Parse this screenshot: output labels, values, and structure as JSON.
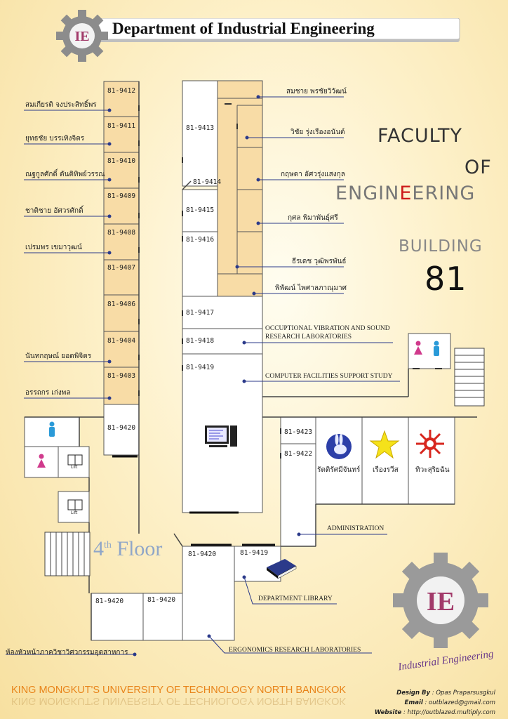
{
  "header": {
    "title": "Department of Industrial Engineering",
    "logo_text": "IE",
    "logo_caption": "Industrial Engineering"
  },
  "faculty": {
    "line1": "FACULTY",
    "line2": "OF",
    "line3a": "ENGIN",
    "line3b": "EERING",
    "line4": "BUILDING",
    "line5": "81"
  },
  "floor": {
    "number": "4",
    "suffix": "th",
    "word": "Floor"
  },
  "rooms": {
    "r9412": "81-9412",
    "r9411": "81-9411",
    "r9410": "81-9410",
    "r9409": "81-9409",
    "r9408": "81-9408",
    "r9407": "81-9407",
    "r9406": "81-9406",
    "r9404": "81-9404",
    "r9403": "81-9403",
    "r9420a": "81-9420",
    "r9413": "81-9413",
    "r9414": "81-9414",
    "r9415": "81-9415",
    "r9416": "81-9416",
    "r9417": "81-9417",
    "r9418": "81-9418",
    "r9419": "81-9419",
    "r9423": "81-9423",
    "r9422": "81-9422",
    "r9420b": "81-9420",
    "r9419b": "81-9419",
    "r9420c": "81-9420",
    "r9420d": "81-9420"
  },
  "people_left": [
    "สมเกียรติ จงประสิทธิ์พร",
    "ยุทธชัย บรรเทิงจิตร",
    "ณฐกูลศักดิ์ ตันติทิพย์วรรณ",
    "ชาติชาย อัศวรศักดิ์",
    "เปรมพร เขมาวุฒน์",
    "นันทกฤษณ์ ยอดพิจิตร",
    "อรรถกร เก่งพล"
  ],
  "people_right": [
    "สมชาย พรชัยวิวัฒน์",
    "วิชัย รุ่งเรืองอนันต์",
    "กฤษดา อัศวรุ่งแสงกุล",
    "กุศล พิมาพันธุ์ศรี",
    "ธีรเดช วุฒิพรพันธ์",
    "พิพัฒน์ ไพศาลภาณุมาศ"
  ],
  "labs": {
    "occ1": "OCCUPTIONAL VIBRATION AND SOUND",
    "occ2": "RESEARCH LABORATORIES",
    "computer": "COMPUTER FACILITIES SUPPORT STUDY",
    "admin": "ADMINISTRATION",
    "library": "DEPARTMENT LIBRARY",
    "ergo": "ERGONOMICS RESEARCH LABORATORIES",
    "head": "ห้องหัวหน้าภาควิชาวิศวกรรมอุตสาหการ"
  },
  "icons": {
    "rabbit": "รัตติรัศมีจันทร์",
    "star": "เรืองรวีส",
    "sun": "ทิวะสุริยฉัน",
    "lift": "Lift"
  },
  "footer": {
    "university": "KING MONGKUT'S UNIVERSITY OF TECHNOLOGY NORTH BANGKOK",
    "design_label": "Design By",
    "design_value": ": Opas Praparsusgkul",
    "email_label": "Email",
    "email_value": ": outblazed@gmail.com",
    "website_label": "Website",
    "website_value": ": http://outblazed.multiply.com"
  },
  "colors": {
    "room_fill": "#f8dca6",
    "wall": "#444444",
    "leader": "#2b3a8a",
    "accent": "#e8841a",
    "engine_red": "#cc1a1a"
  }
}
